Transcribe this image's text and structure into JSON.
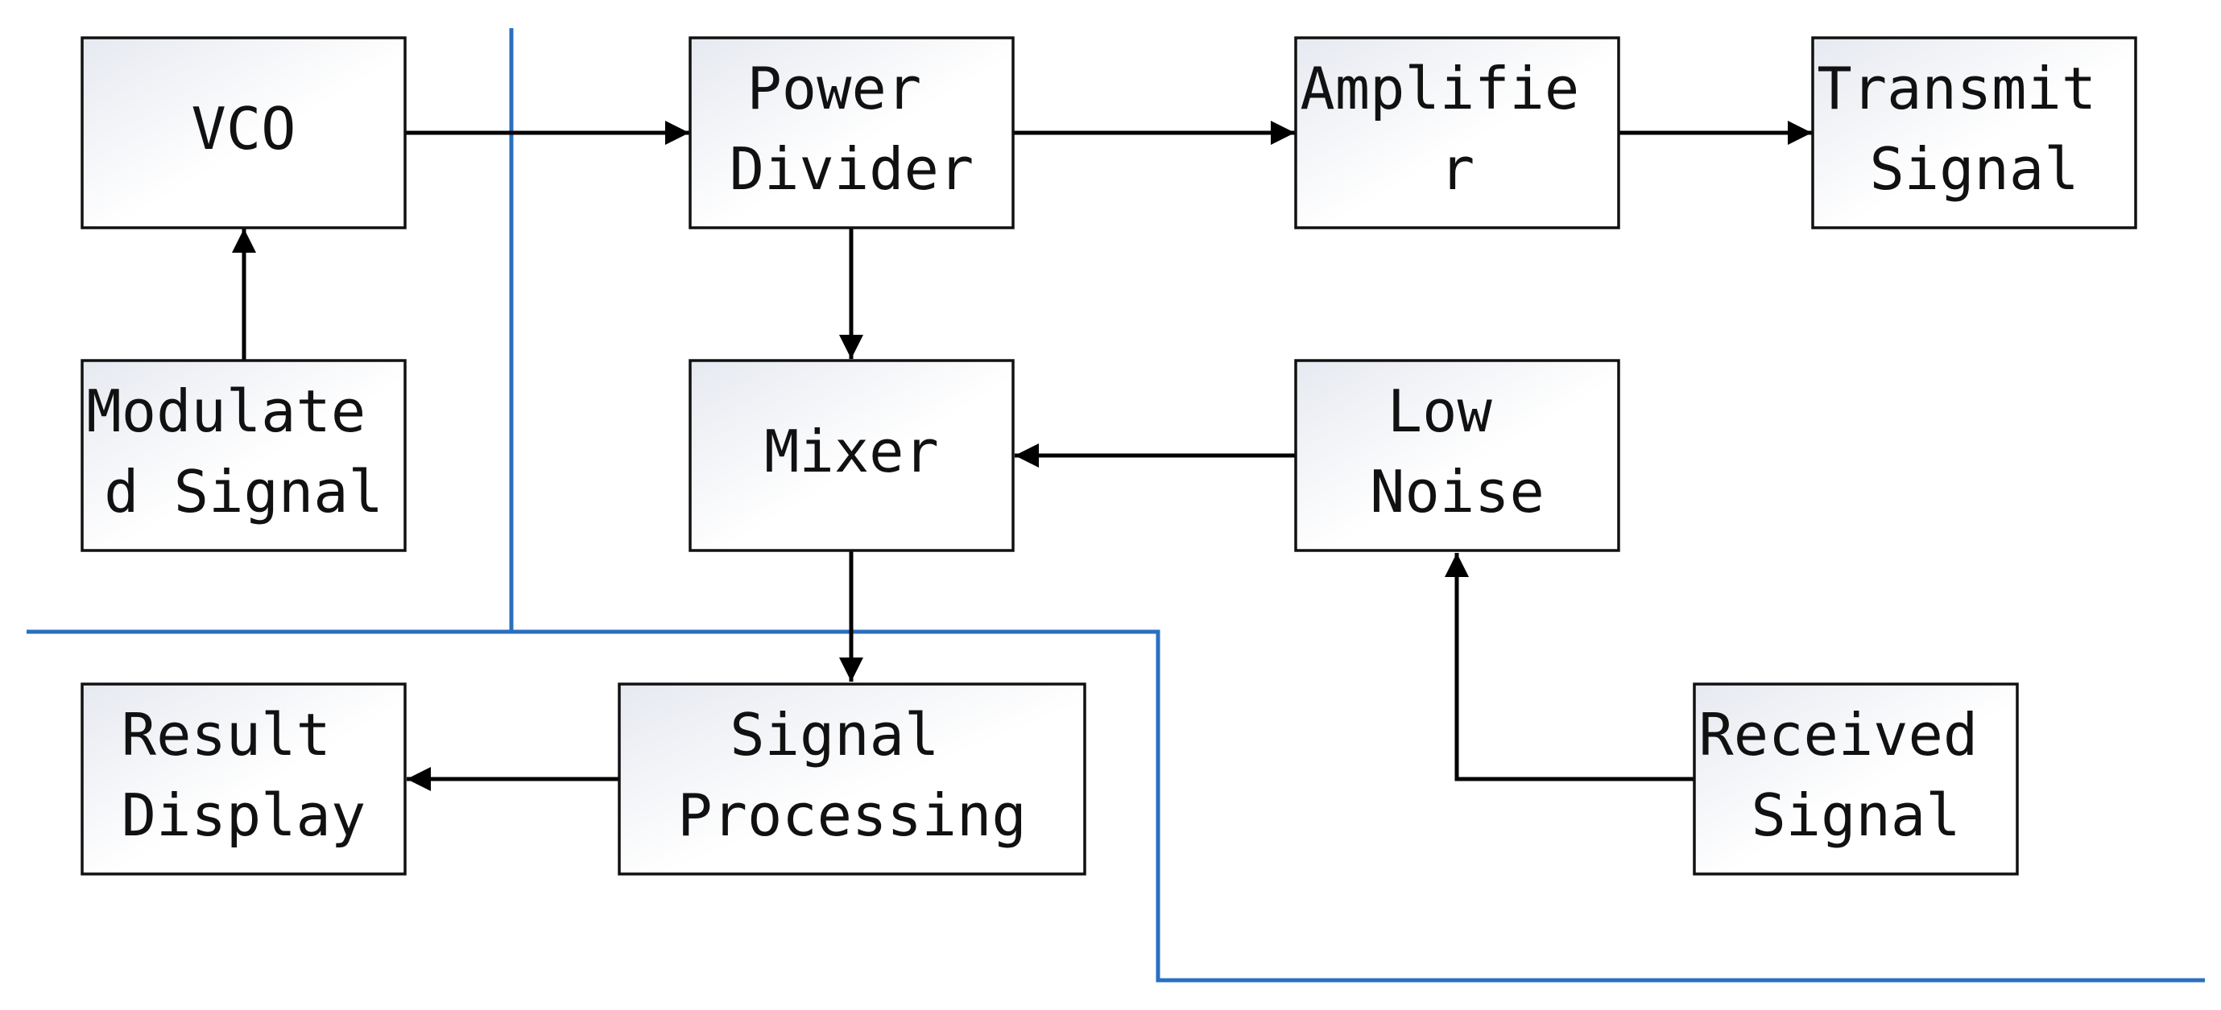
{
  "blocks": {
    "vco": [
      "VCO"
    ],
    "power_divider": [
      "Power",
      "Divider"
    ],
    "amplifier": [
      "Amplifie",
      "r"
    ],
    "transmit_signal": [
      "Transmit",
      "Signal"
    ],
    "modulated_signal": [
      "Modulate",
      "d Signal"
    ],
    "mixer": [
      "Mixer"
    ],
    "low_noise": [
      "Low",
      "Noise"
    ],
    "result_display": [
      "Result",
      "Display"
    ],
    "signal_processing": [
      "Signal",
      "Processing"
    ],
    "received_signal": [
      "Received",
      "Signal"
    ]
  },
  "colors": {
    "box_fill_start": "#e6e9f0",
    "box_fill_end": "#ffffff",
    "box_stroke": "#111111",
    "arrow": "#000000",
    "divider_line": "#2a6fc0"
  }
}
